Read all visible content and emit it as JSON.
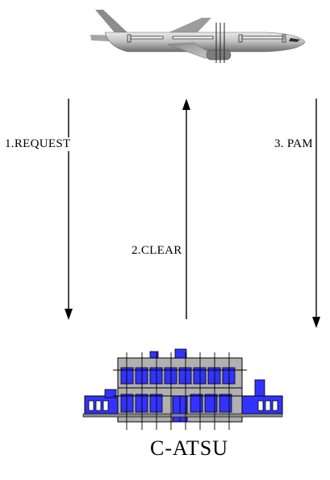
{
  "diagram": {
    "messages": [
      {
        "step": 1,
        "label": "1.REQUEST",
        "direction": "down",
        "from": "aircraft",
        "to": "ground-station"
      },
      {
        "step": 2,
        "label": "2.CLEAR",
        "direction": "up",
        "from": "ground-station",
        "to": "aircraft"
      },
      {
        "step": 3,
        "label": "3. PAM",
        "direction": "down",
        "from": "aircraft",
        "to": "ground-station"
      }
    ],
    "ground_station": {
      "name": "C-ATSU",
      "icon": "building-icon"
    },
    "aircraft": {
      "icon": "airplane-icon"
    },
    "colors": {
      "window_blue": "#3333ff",
      "wall_gray": "#b0b0b0",
      "plane_gray": "#9a9a9a",
      "line": "#000000"
    }
  }
}
